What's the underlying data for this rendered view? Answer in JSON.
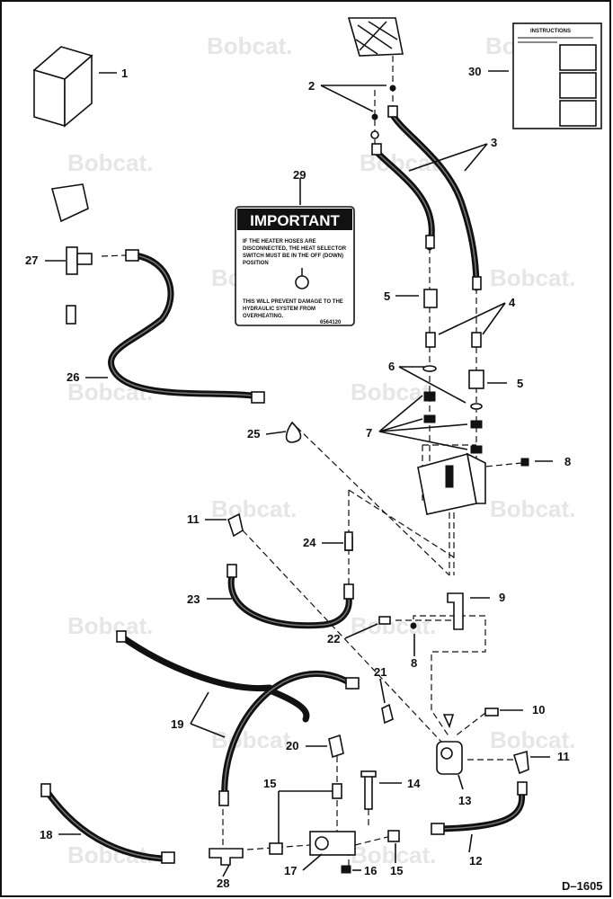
{
  "watermark": "Bobcat.",
  "drawing_code": "D–1605",
  "decal": {
    "heading": "IMPORTANT",
    "line1": "IF THE HEATER HOSES ARE",
    "line2": "DISCONNECTED, THE HEAT SELECTOR",
    "line3": "SWITCH MUST BE IN THE OFF (DOWN)",
    "line4": "POSITION",
    "line5": "THIS WILL PREVENT DAMAGE TO THE",
    "line6": "HYDRAULIC SYSTEM FROM",
    "line7": "OVERHEATING.",
    "part_no": "6564120"
  },
  "instructions": {
    "title": "INSTRUCTIONS"
  },
  "callouts": [
    "1",
    "2",
    "3",
    "4",
    "5",
    "5",
    "6",
    "7",
    "8",
    "8",
    "9",
    "10",
    "11",
    "11",
    "12",
    "13",
    "14",
    "15",
    "15",
    "16",
    "17",
    "18",
    "19",
    "20",
    "21",
    "22",
    "23",
    "24",
    "25",
    "26",
    "27",
    "28",
    "29",
    "30"
  ]
}
